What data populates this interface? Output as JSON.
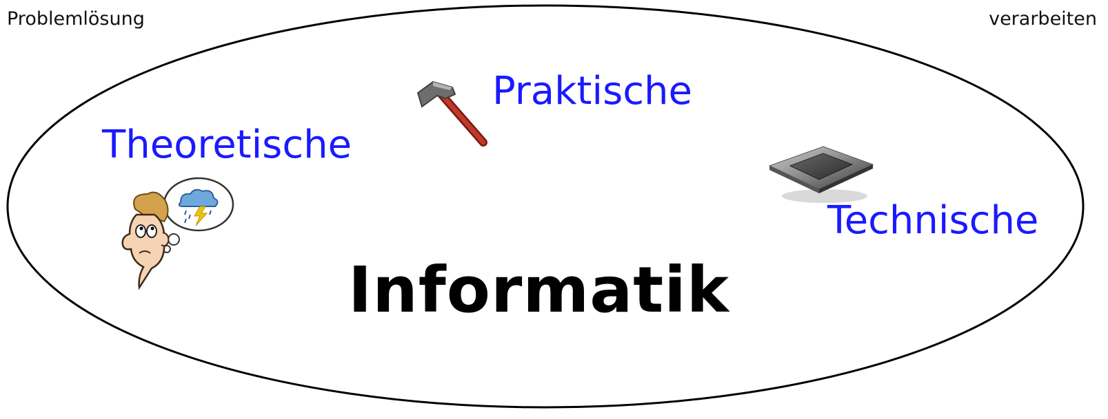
{
  "corner_labels": {
    "left": "Problemlösung",
    "right": "verarbeiten"
  },
  "title": "Informatik",
  "branches": {
    "theoretical": "Theoretische",
    "practical": "Praktische",
    "technical": "Technische"
  },
  "colors": {
    "branch_text": "#1a1aff",
    "title_text": "#000000",
    "ellipse_stroke": "#000000"
  },
  "icons": {
    "practical": "hammer-icon",
    "theoretical": "thinking-person-icon",
    "technical": "cpu-chip-icon"
  }
}
